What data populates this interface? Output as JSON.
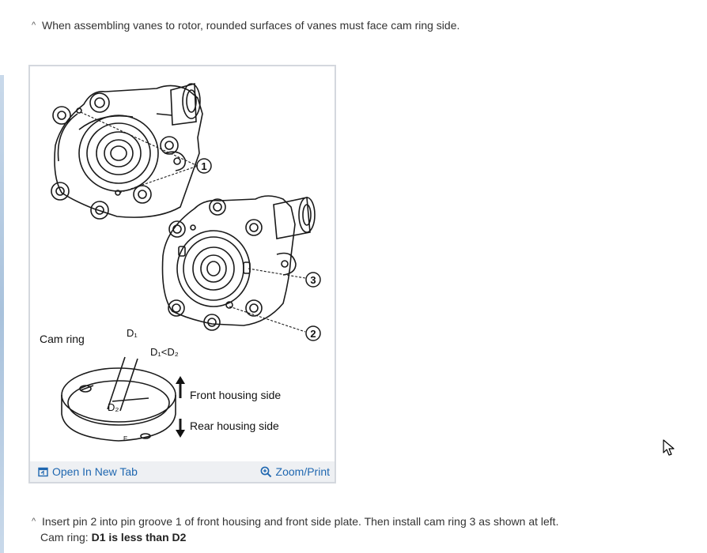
{
  "notes": {
    "note1": {
      "text": "When assembling vanes to rotor, rounded surfaces of vanes must face cam ring side."
    },
    "note2": {
      "line1": "Insert pin 2 into pin groove 1 of front housing and front side plate. Then install cam ring 3 as shown at left.",
      "line2_label": "Cam ring: ",
      "line2_bold": "D1 is less than D2"
    }
  },
  "figure": {
    "labels": {
      "callout_1": "1",
      "callout_2": "2",
      "callout_3": "3",
      "cam_ring": "Cam ring",
      "d1": "D₁",
      "d2": "D₂",
      "d_compare": "D₁<D₂",
      "front_side": "Front housing side",
      "rear_side": "Rear housing side",
      "cam_mark": "E"
    },
    "open_label": "Open In New Tab",
    "zoom_label": "Zoom/Print"
  },
  "colors": {
    "link": "#1f67b0",
    "bar_bg": "#eef0f3",
    "card_border": "#d4d8de"
  },
  "icons": {
    "caret": "^",
    "open": "open-in-new-tab-icon",
    "zoom": "zoom-icon"
  }
}
